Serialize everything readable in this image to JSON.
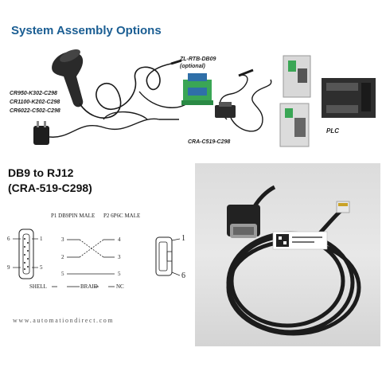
{
  "header": {
    "title": "System Assembly Options"
  },
  "assembly": {
    "scanner_models": [
      "CR950-K302-C298",
      "CR1100-K202-C298",
      "CR6022-C502-C298"
    ],
    "terminal_block": {
      "model": "ZL-RTB-DB09",
      "note": "(optional)"
    },
    "cable_model": "CRA-C519-C298",
    "plc_label": "PLC"
  },
  "cable": {
    "title_line1": "DB9 to RJ12",
    "title_line2": "(CRA-519-C298)",
    "p1_label": "P1  DB9PIN MALE",
    "p2_label": "P2  6P6C MALE",
    "db9_pins": {
      "p6": "6",
      "p1": "1",
      "p9": "9",
      "p5": "5"
    },
    "wiring": {
      "left_3": "3",
      "left_2": "2",
      "left_5": "5",
      "right_4": "4",
      "right_3": "3",
      "right_5": "5"
    },
    "shell": "SHELL",
    "braid": "BRAID",
    "nc": "NC",
    "rj_pins": {
      "top": "1",
      "bottom": "6"
    }
  },
  "footer": {
    "url": "www.automationdirect.com"
  },
  "colors": {
    "title_blue": "#1b5e93",
    "terminal_green": "#3aa655",
    "cable_black": "#1a1a1a"
  }
}
